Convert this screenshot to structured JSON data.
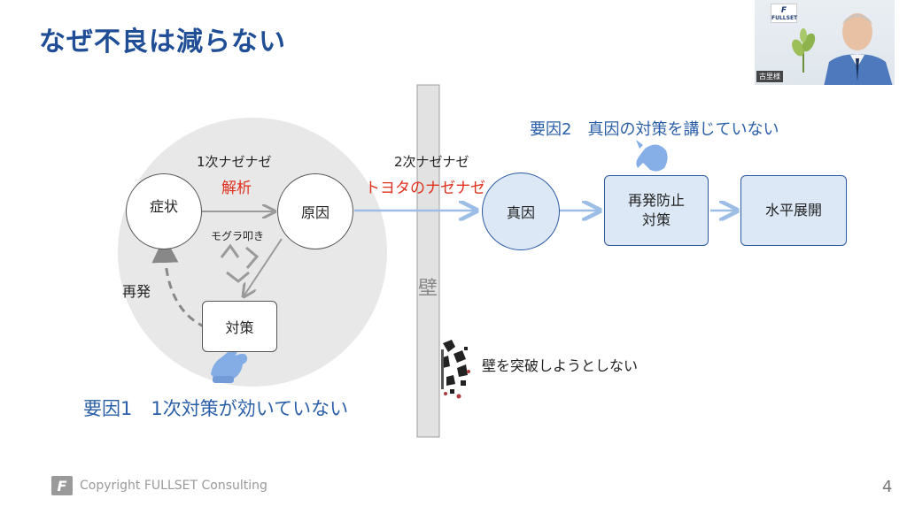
{
  "slide": {
    "title": "なぜ不良は減らない",
    "page_number": "4",
    "copyright": "Copyright FULLSET Consulting"
  },
  "video": {
    "logo_text": "FULLSET",
    "participant_name": "古里様"
  },
  "diagram": {
    "first_why_label": "1次ナゼナゼ",
    "analysis_label": "解析",
    "second_why_label": "2次ナゼナゼ",
    "toyota_why_label": "トヨタのナゼナゼ",
    "mole_label": "モグラ叩き",
    "recurrence_label": "再発",
    "wall_label": "壁",
    "wall_caption": "壁を突破しようとしない",
    "nodes": {
      "symptom": "症状",
      "cause": "原因",
      "countermeasure": "対策",
      "root_cause": "真因",
      "prevention_line1": "再発防止",
      "prevention_line2": "対策",
      "horizontal": "水平展開"
    },
    "factor1": "要因1　1次対策が効いていない",
    "factor2": "要因2　真因の対策を講じていない"
  },
  "colors": {
    "title_blue": "#1f4e96",
    "accent_red": "#e0301e",
    "node_blue_fill": "#dde8f6",
    "arrow_blue": "#9bbde6",
    "wall_gray": "#e2e2e2"
  }
}
